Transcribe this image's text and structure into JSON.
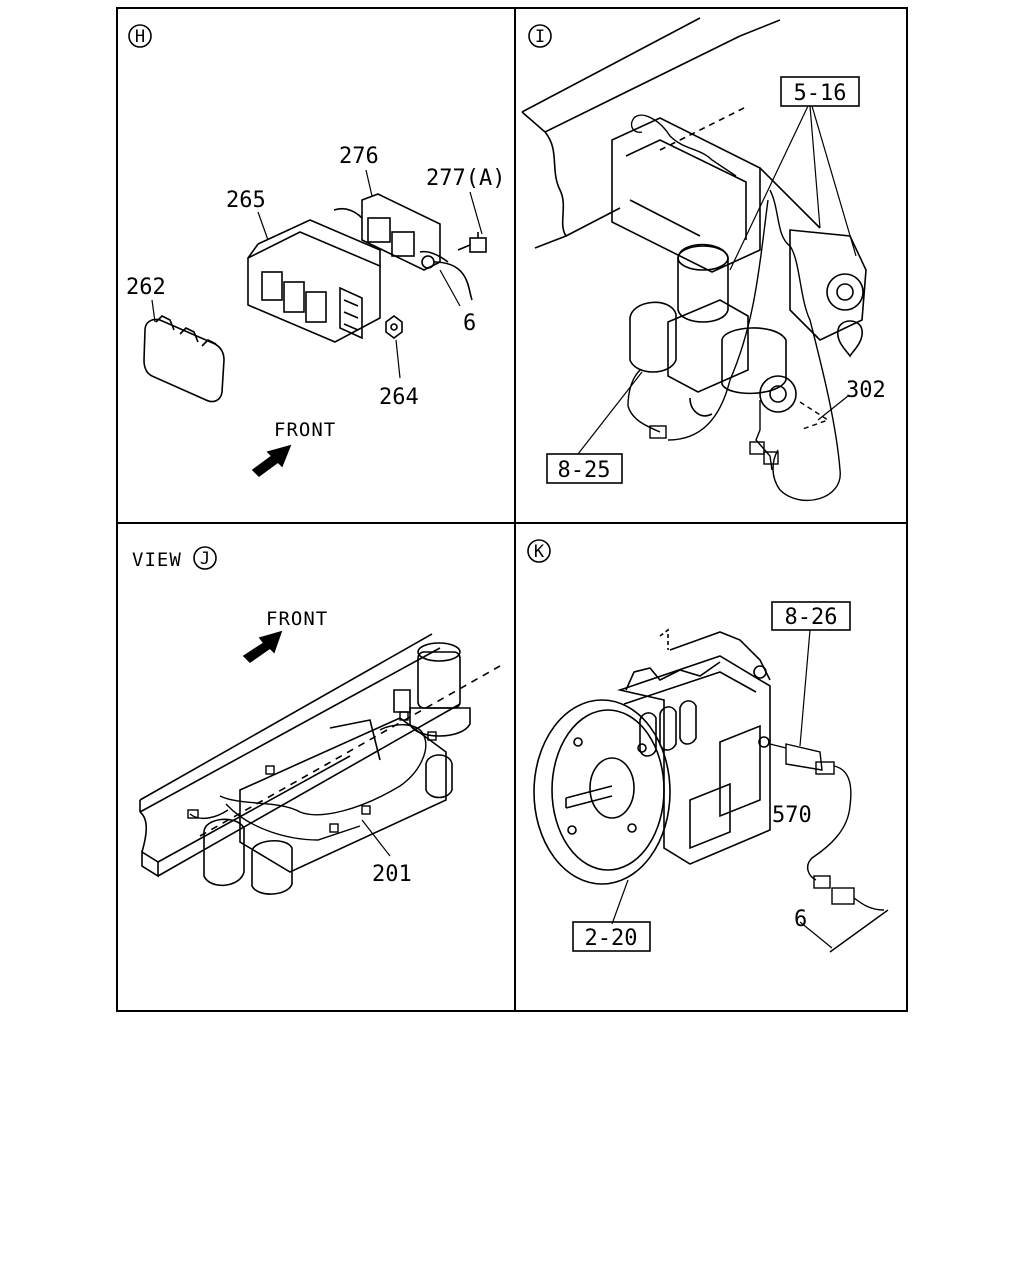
{
  "panels": {
    "h": {
      "marker": "H",
      "labels": {
        "p276": "276",
        "p277": "277(A)",
        "p265": "265",
        "p262": "262",
        "p6": "6",
        "p264": "264"
      },
      "front": "FRONT"
    },
    "i": {
      "marker": "I",
      "labels": {
        "p516": "5-16",
        "p302": "302",
        "p825": "8-25"
      }
    },
    "j": {
      "view_text": "VIEW",
      "marker": "J",
      "front": "FRONT",
      "labels": {
        "p201": "201"
      }
    },
    "k": {
      "marker": "K",
      "labels": {
        "p826": "8-26",
        "p570": "570",
        "p6": "6",
        "p220": "2-20"
      }
    }
  }
}
